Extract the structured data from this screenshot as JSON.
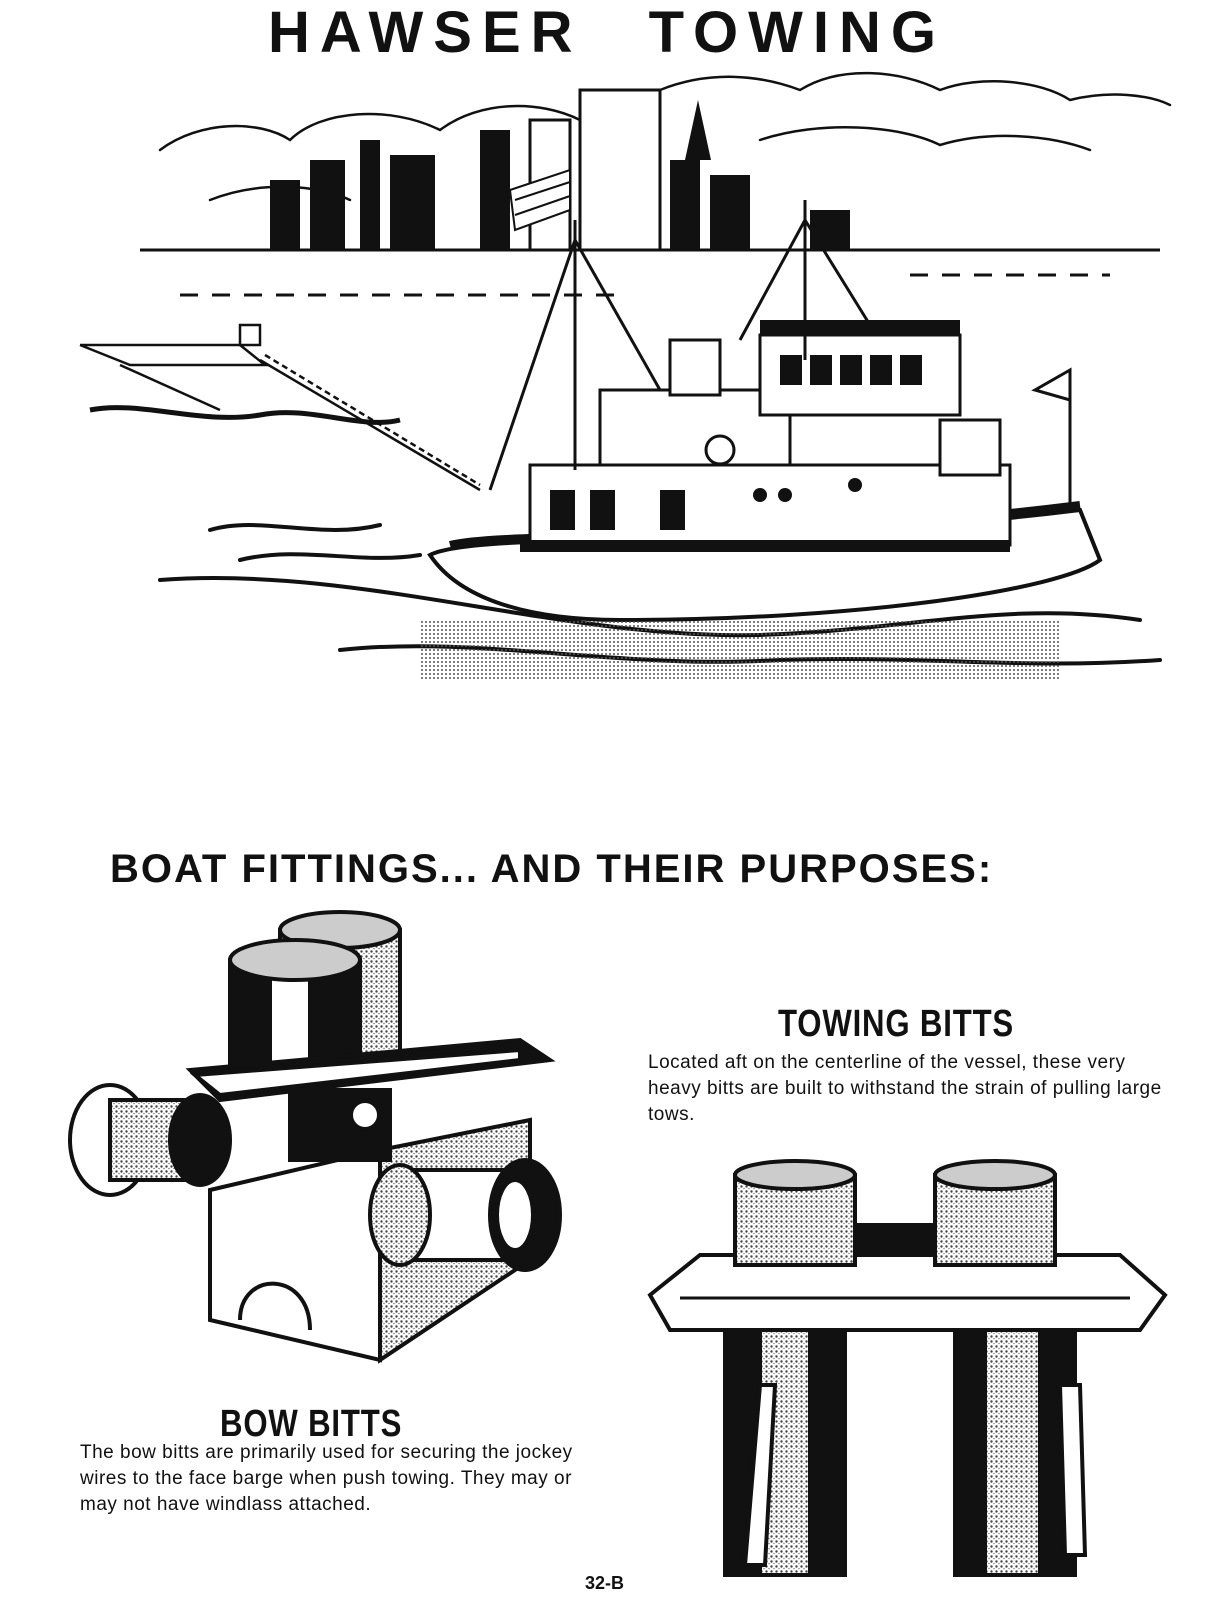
{
  "page": {
    "title": "HAWSER TOWING",
    "section_title": "BOAT FITTINGS... AND THEIR PURPOSES:",
    "page_number": "32-B"
  },
  "fittings": {
    "towing_bitts": {
      "title": "TOWING BITTS",
      "description": "Located aft on the centerline of the vessel, these very heavy bitts are built to withstand the strain of pulling large tows."
    },
    "bow_bitts": {
      "title": "BOW BITTS",
      "description": "The bow bitts are primarily used for securing the jockey wires to the face barge when push towing. They may or may not have windlass attached."
    }
  },
  "colors": {
    "ink": "#111111",
    "paper": "#ffffff",
    "shade": "#9a9a9a"
  }
}
